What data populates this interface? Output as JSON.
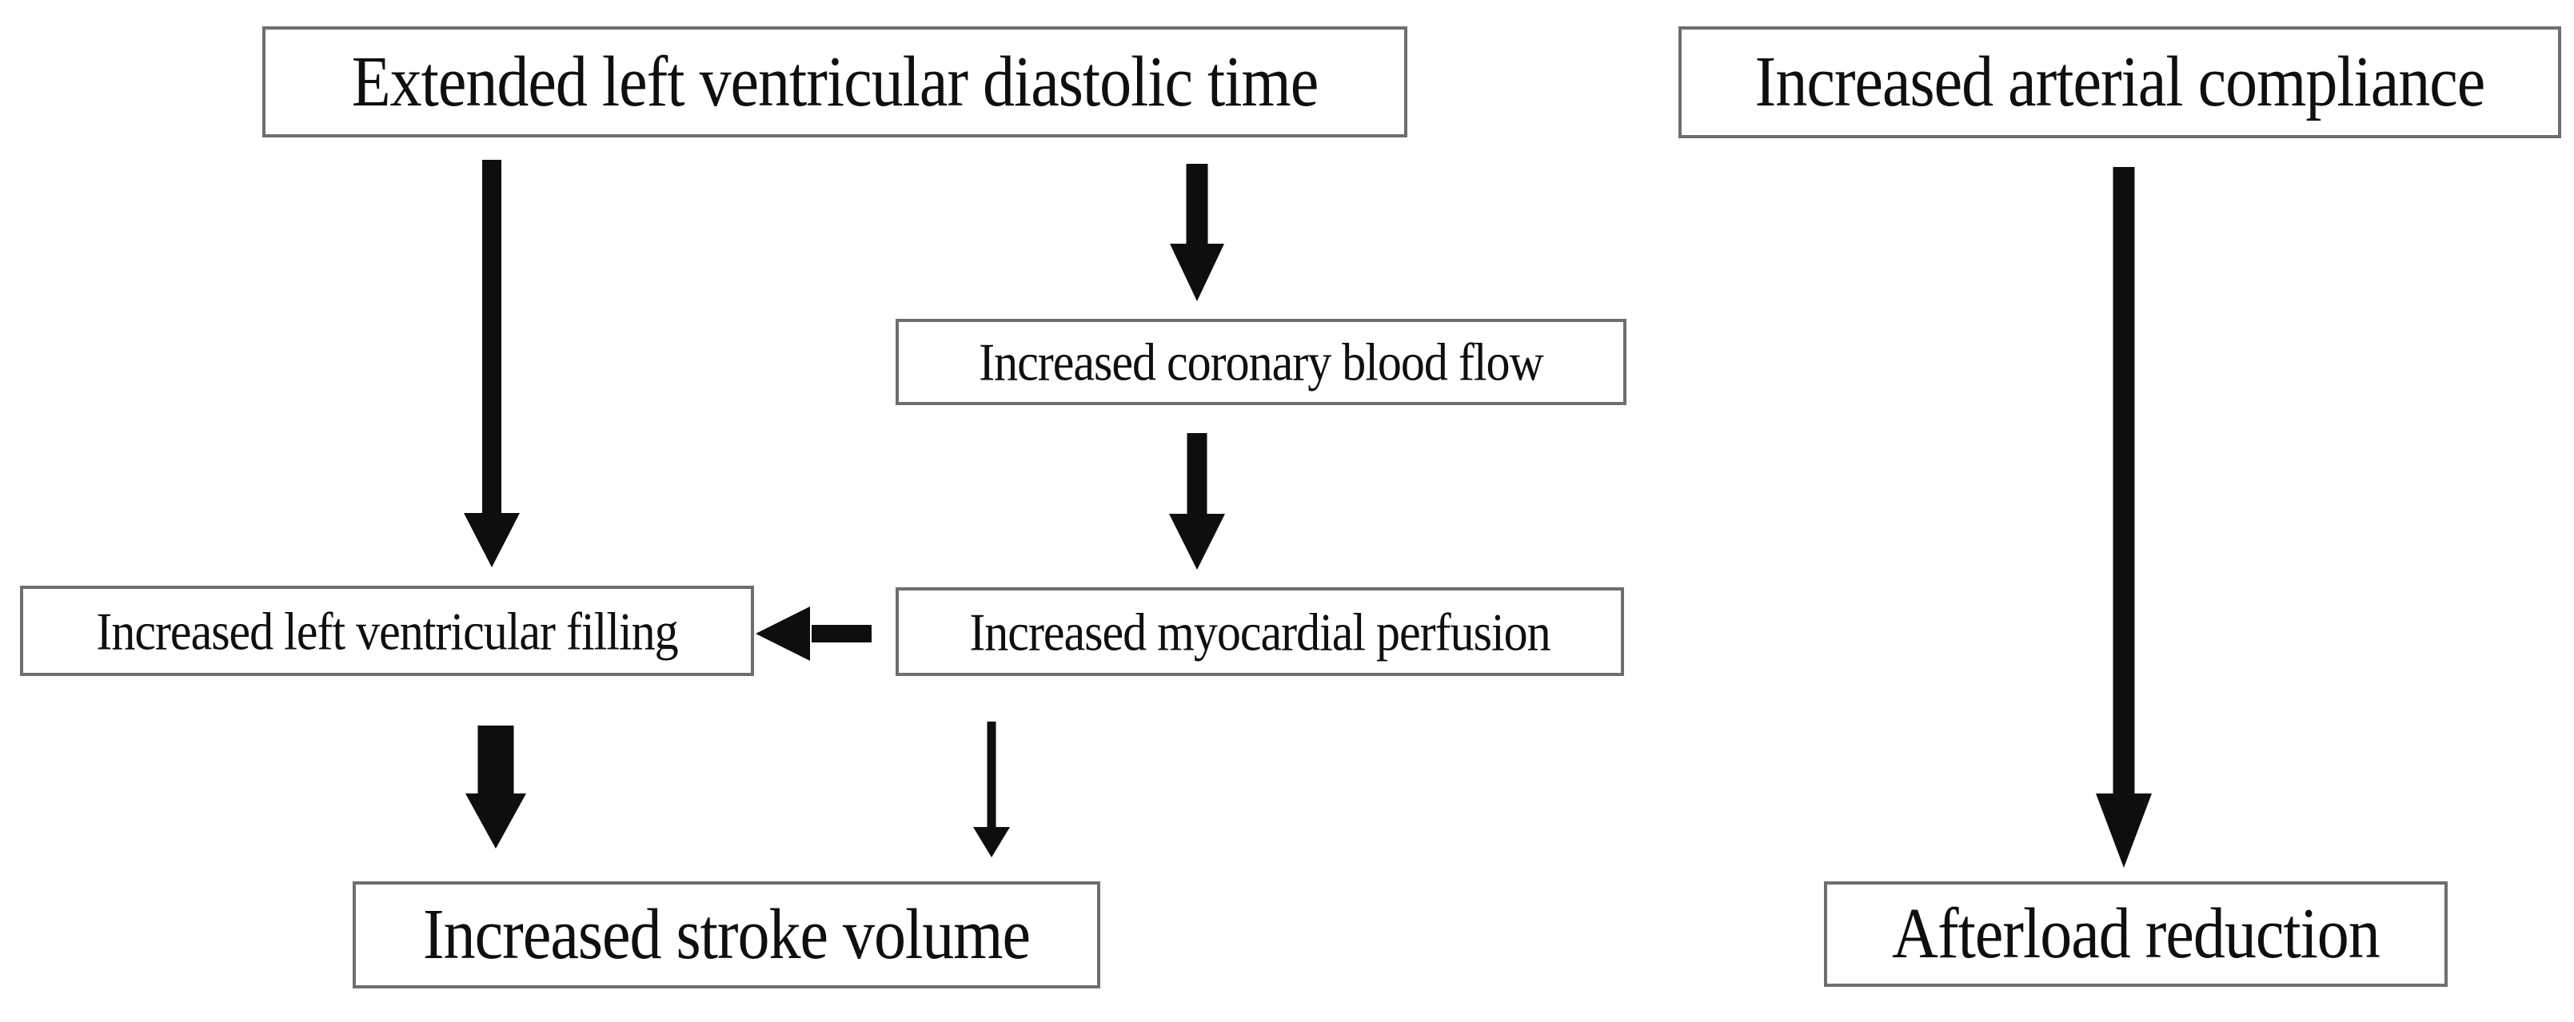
{
  "diagram": {
    "type": "flowchart",
    "background_color": "#ffffff",
    "box_border_color": "#6e6e6e",
    "box_fill_color": "#ffffff",
    "text_color": "#0f0f0f",
    "arrow_color": "#0e0e0e",
    "nodes": {
      "extended_lv_diastolic_time": {
        "label": "Extended left ventricular diastolic time"
      },
      "increased_arterial_compliance": {
        "label": "Increased arterial compliance"
      },
      "increased_coronary_blood_flow": {
        "label": "Increased coronary blood flow"
      },
      "increased_lv_filling": {
        "label": "Increased left ventricular filling"
      },
      "increased_myocardial_perfusion": {
        "label": "Increased myocardial perfusion"
      },
      "increased_stroke_volume": {
        "label": "Increased stroke volume"
      },
      "afterload_reduction": {
        "label": "Afterload reduction"
      }
    },
    "edges": [
      {
        "from": "extended_lv_diastolic_time",
        "to": "increased_lv_filling",
        "style": "thick",
        "direction": "down"
      },
      {
        "from": "extended_lv_diastolic_time",
        "to": "increased_coronary_blood_flow",
        "style": "thick",
        "direction": "down"
      },
      {
        "from": "increased_coronary_blood_flow",
        "to": "increased_myocardial_perfusion",
        "style": "thick",
        "direction": "down"
      },
      {
        "from": "increased_myocardial_perfusion",
        "to": "increased_lv_filling",
        "style": "thick",
        "direction": "left"
      },
      {
        "from": "increased_lv_filling",
        "to": "increased_stroke_volume",
        "style": "thick",
        "direction": "down"
      },
      {
        "from": "increased_myocardial_perfusion",
        "to": "increased_stroke_volume",
        "style": "thin",
        "direction": "down"
      },
      {
        "from": "increased_arterial_compliance",
        "to": "afterload_reduction",
        "style": "thick",
        "direction": "down"
      }
    ]
  }
}
